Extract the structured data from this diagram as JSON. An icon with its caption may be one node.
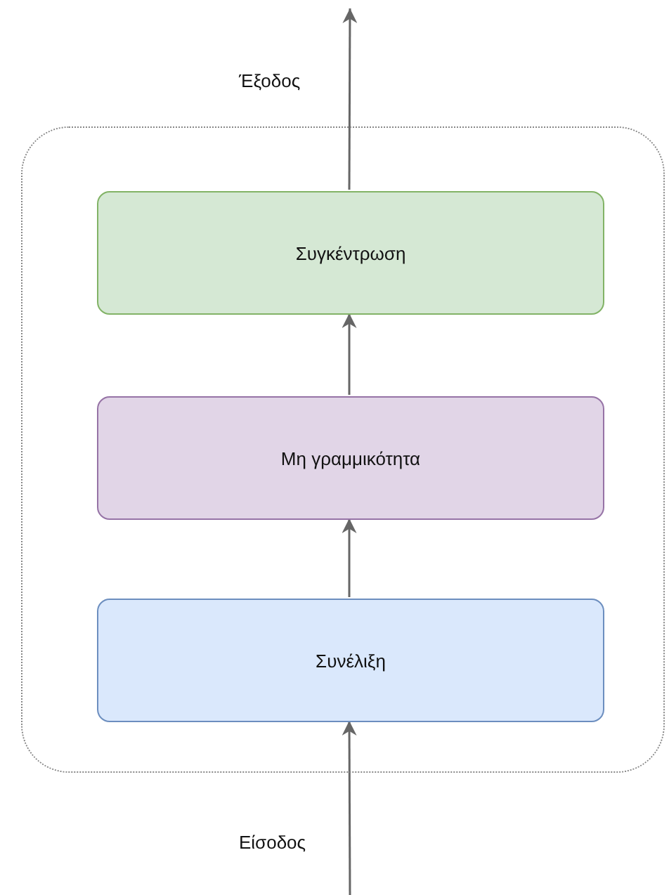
{
  "diagram": {
    "nodes": [
      {
        "text": [],
        "shape": "box"
      },
      {
        "text": [
          "Συγκέντρωση"
        ],
        "in": 0
      },
      {
        "text": [
          "Μη γραμμικότητα"
        ],
        "in": 0
      },
      {
        "text": [
          "Συνέλιξη"
        ],
        "in": 0
      }
    ],
    "edges": [
      {
        "from": null,
        "to": 3,
        "arrow": "to",
        "label": "Είσοδος"
      },
      {
        "from": 3,
        "to": 2,
        "arrow": "to"
      },
      {
        "from": 2,
        "to": 1,
        "arrow": "to"
      },
      {
        "from": 1,
        "to": null,
        "arrow": "to",
        "label": "Έξοδος"
      }
    ]
  }
}
